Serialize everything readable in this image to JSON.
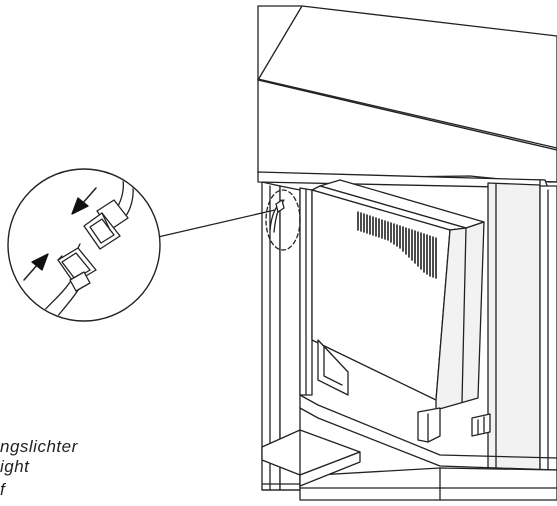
{
  "caption": {
    "line1": "ngslichter",
    "line2": "ight",
    "line3": "f"
  },
  "colors": {
    "stroke": "#222222",
    "panel_fill": "#f2f2f2",
    "white_fill": "#ffffff",
    "vent_fill": "#111111"
  },
  "icons": [
    "connector-plug-icon",
    "arrow-down-icon",
    "arrow-up-icon"
  ]
}
